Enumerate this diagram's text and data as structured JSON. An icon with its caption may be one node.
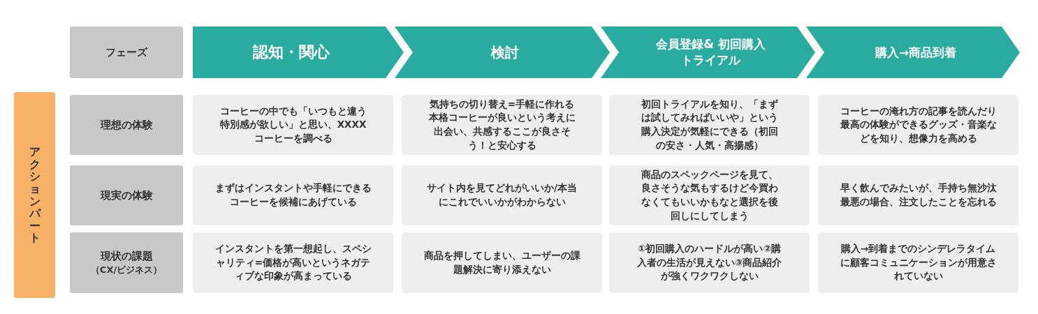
{
  "diagram": {
    "nodes": [
      {
        "text": [
          "フェーズ"
        ]
      },
      {
        "text": [
          "認知・関心"
        ]
      },
      {
        "text": [
          "検討"
        ]
      },
      {
        "text": [
          "会員登録& 初回購入トライアル"
        ]
      },
      {
        "text": [
          "購入→商品到着"
        ]
      },
      {
        "text": [
          "アクションパート"
        ]
      },
      {
        "text": [
          "理想の体験"
        ]
      },
      {
        "text": [
          "コーヒーの中でも「いつもと違う特別感が欲しい」と思い、XXXXコーヒーを調べる"
        ]
      },
      {
        "text": [
          "気持ちの切り替え=手軽に作れる本格コーヒーが良いという考えに出会い、共感するここが良さそう！と安心する"
        ]
      },
      {
        "text": [
          "初回トライアルを知り、「まずは試してみればいいや」という購入決定が気軽にできる（初回の安さ・人気・高揚感）"
        ]
      },
      {
        "text": [
          "コーヒーの淹れ方の記事を読んだり最高の体験ができるグッズ・音楽などを知り、想像力を高める"
        ]
      },
      {
        "text": [
          "現実の体験"
        ]
      },
      {
        "text": [
          "まずはインスタントや手軽にできるコーヒーを候補にあげている"
        ]
      },
      {
        "text": [
          "サイト内を見てどれがいいか/本当にこれでいいかがわからない"
        ]
      },
      {
        "text": [
          "商品のスペックページを見て、良さそうな気もするけど今買わなくてもいいかもなと選択を後回しにしてしまう"
        ]
      },
      {
        "text": [
          "早く飲んでみたいが、手持ち無沙汰最悪の場合、注文したことを忘れる"
        ]
      },
      {
        "text": [
          "現状の課題",
          "（CX/ビジネス）"
        ]
      },
      {
        "text": [
          "インスタントを第一想起し、スペシャリティ=価格が高いというネガティブな印象が高まっている"
        ]
      },
      {
        "text": [
          "商品を押してしまい、ユーザーの課題解決に寄り添えない"
        ]
      },
      {
        "text": [
          "①初回購入のハードルが高い②購入者の生活が見えない③商品紹介が強くワクワクしない"
        ]
      },
      {
        "text": [
          "購入→到着までのシンデレラタイムに顧客コミュニケーションが用意されていない"
        ]
      }
    ]
  }
}
